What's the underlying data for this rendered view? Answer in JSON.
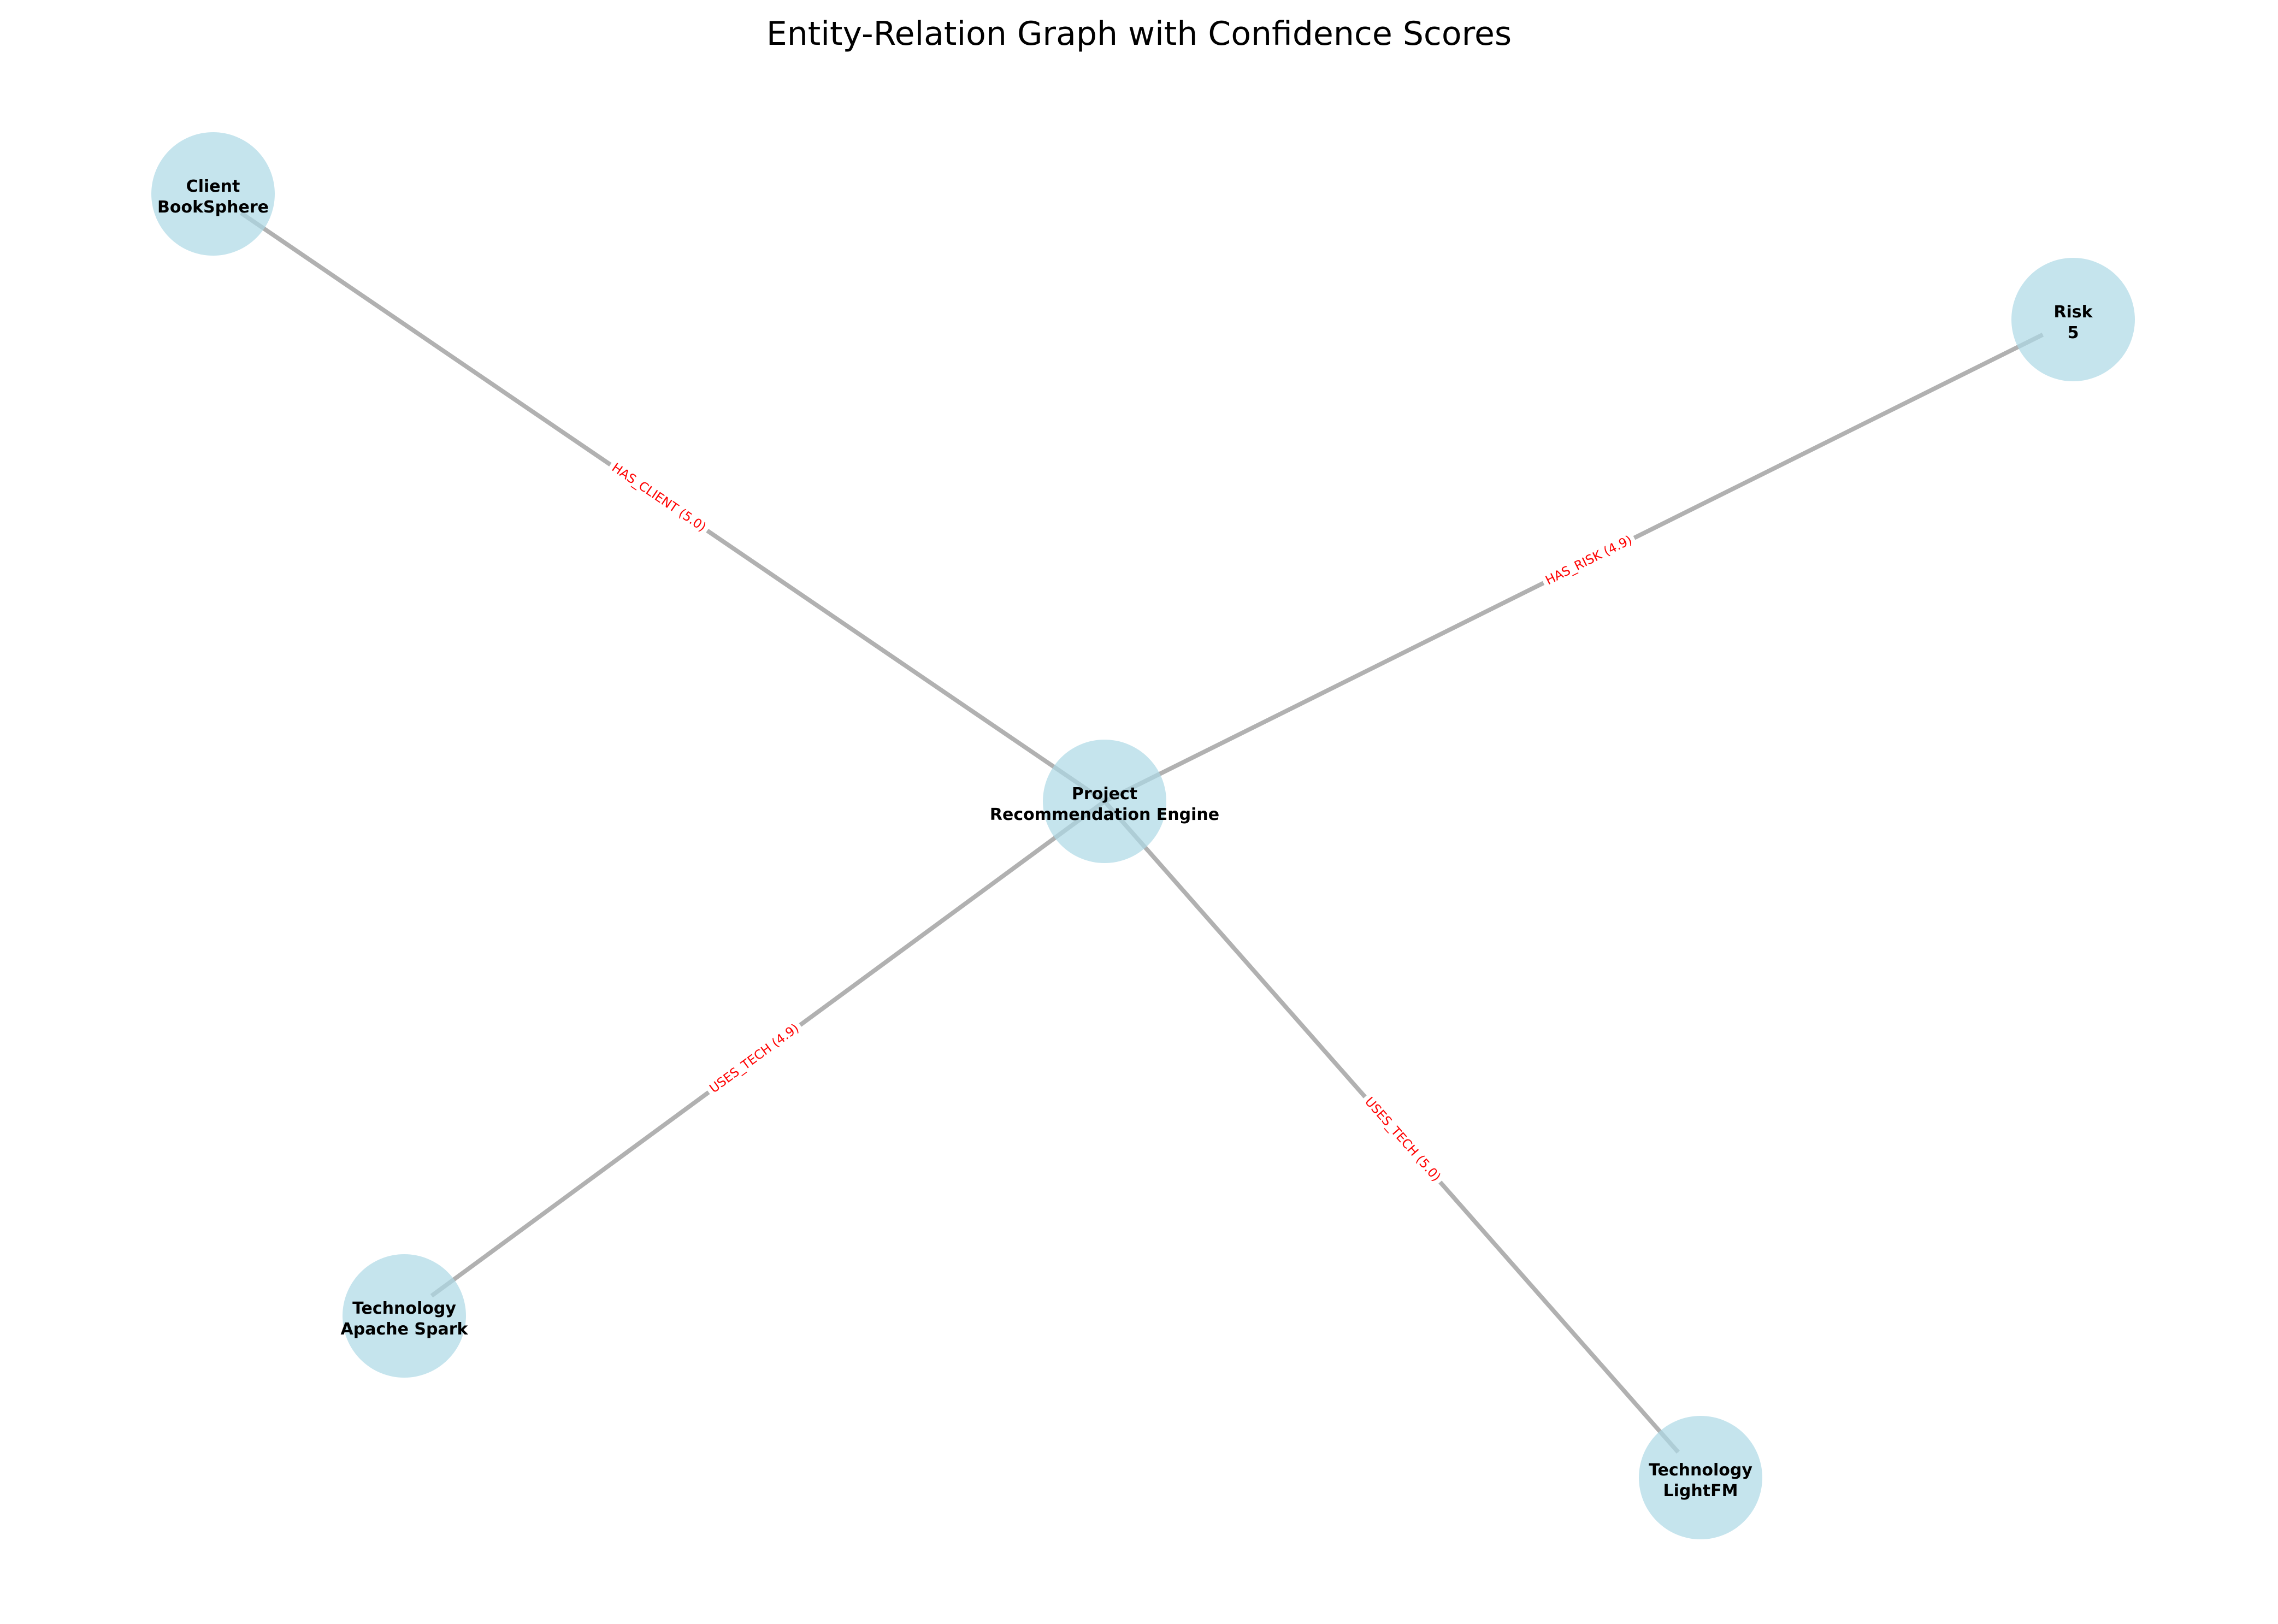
{
  "title": "Entity-Relation Graph with Confidence Scores",
  "colors": {
    "node_fill": "#add8e6",
    "edge": "#a9a9a9",
    "edge_label": "#ff0000",
    "node_text": "#000000"
  },
  "nodes": [
    {
      "id": "client",
      "type": "Client",
      "name": "BookSphere"
    },
    {
      "id": "risk",
      "type": "Risk",
      "name": "5"
    },
    {
      "id": "project",
      "type": "Project",
      "name": "Recommendation Engine"
    },
    {
      "id": "spark",
      "type": "Technology",
      "name": "Apache Spark"
    },
    {
      "id": "lightfm",
      "type": "Technology",
      "name": "LightFM"
    }
  ],
  "edges": [
    {
      "source": "project",
      "target": "client",
      "relation": "HAS_CLIENT",
      "confidence": "5.0",
      "label": "HAS_CLIENT (5.0)"
    },
    {
      "source": "project",
      "target": "risk",
      "relation": "HAS_RISK",
      "confidence": "4.9",
      "label": "HAS_RISK (4.9)"
    },
    {
      "source": "project",
      "target": "spark",
      "relation": "USES_TECH",
      "confidence": "4.9",
      "label": "USES_TECH (4.9)"
    },
    {
      "source": "project",
      "target": "lightfm",
      "relation": "USES_TECH",
      "confidence": "5.0",
      "label": "USES_TECH (5.0)"
    }
  ]
}
